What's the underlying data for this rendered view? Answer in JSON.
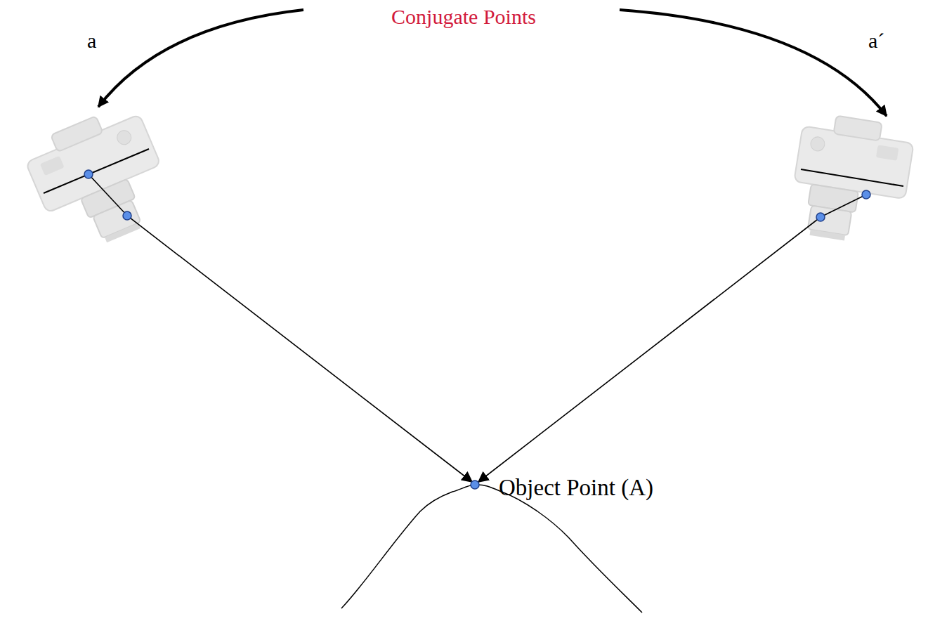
{
  "diagram": {
    "labels": [
      "Conjugate Points",
      "a",
      "a´",
      "Object Point (A)"
    ]
  }
}
